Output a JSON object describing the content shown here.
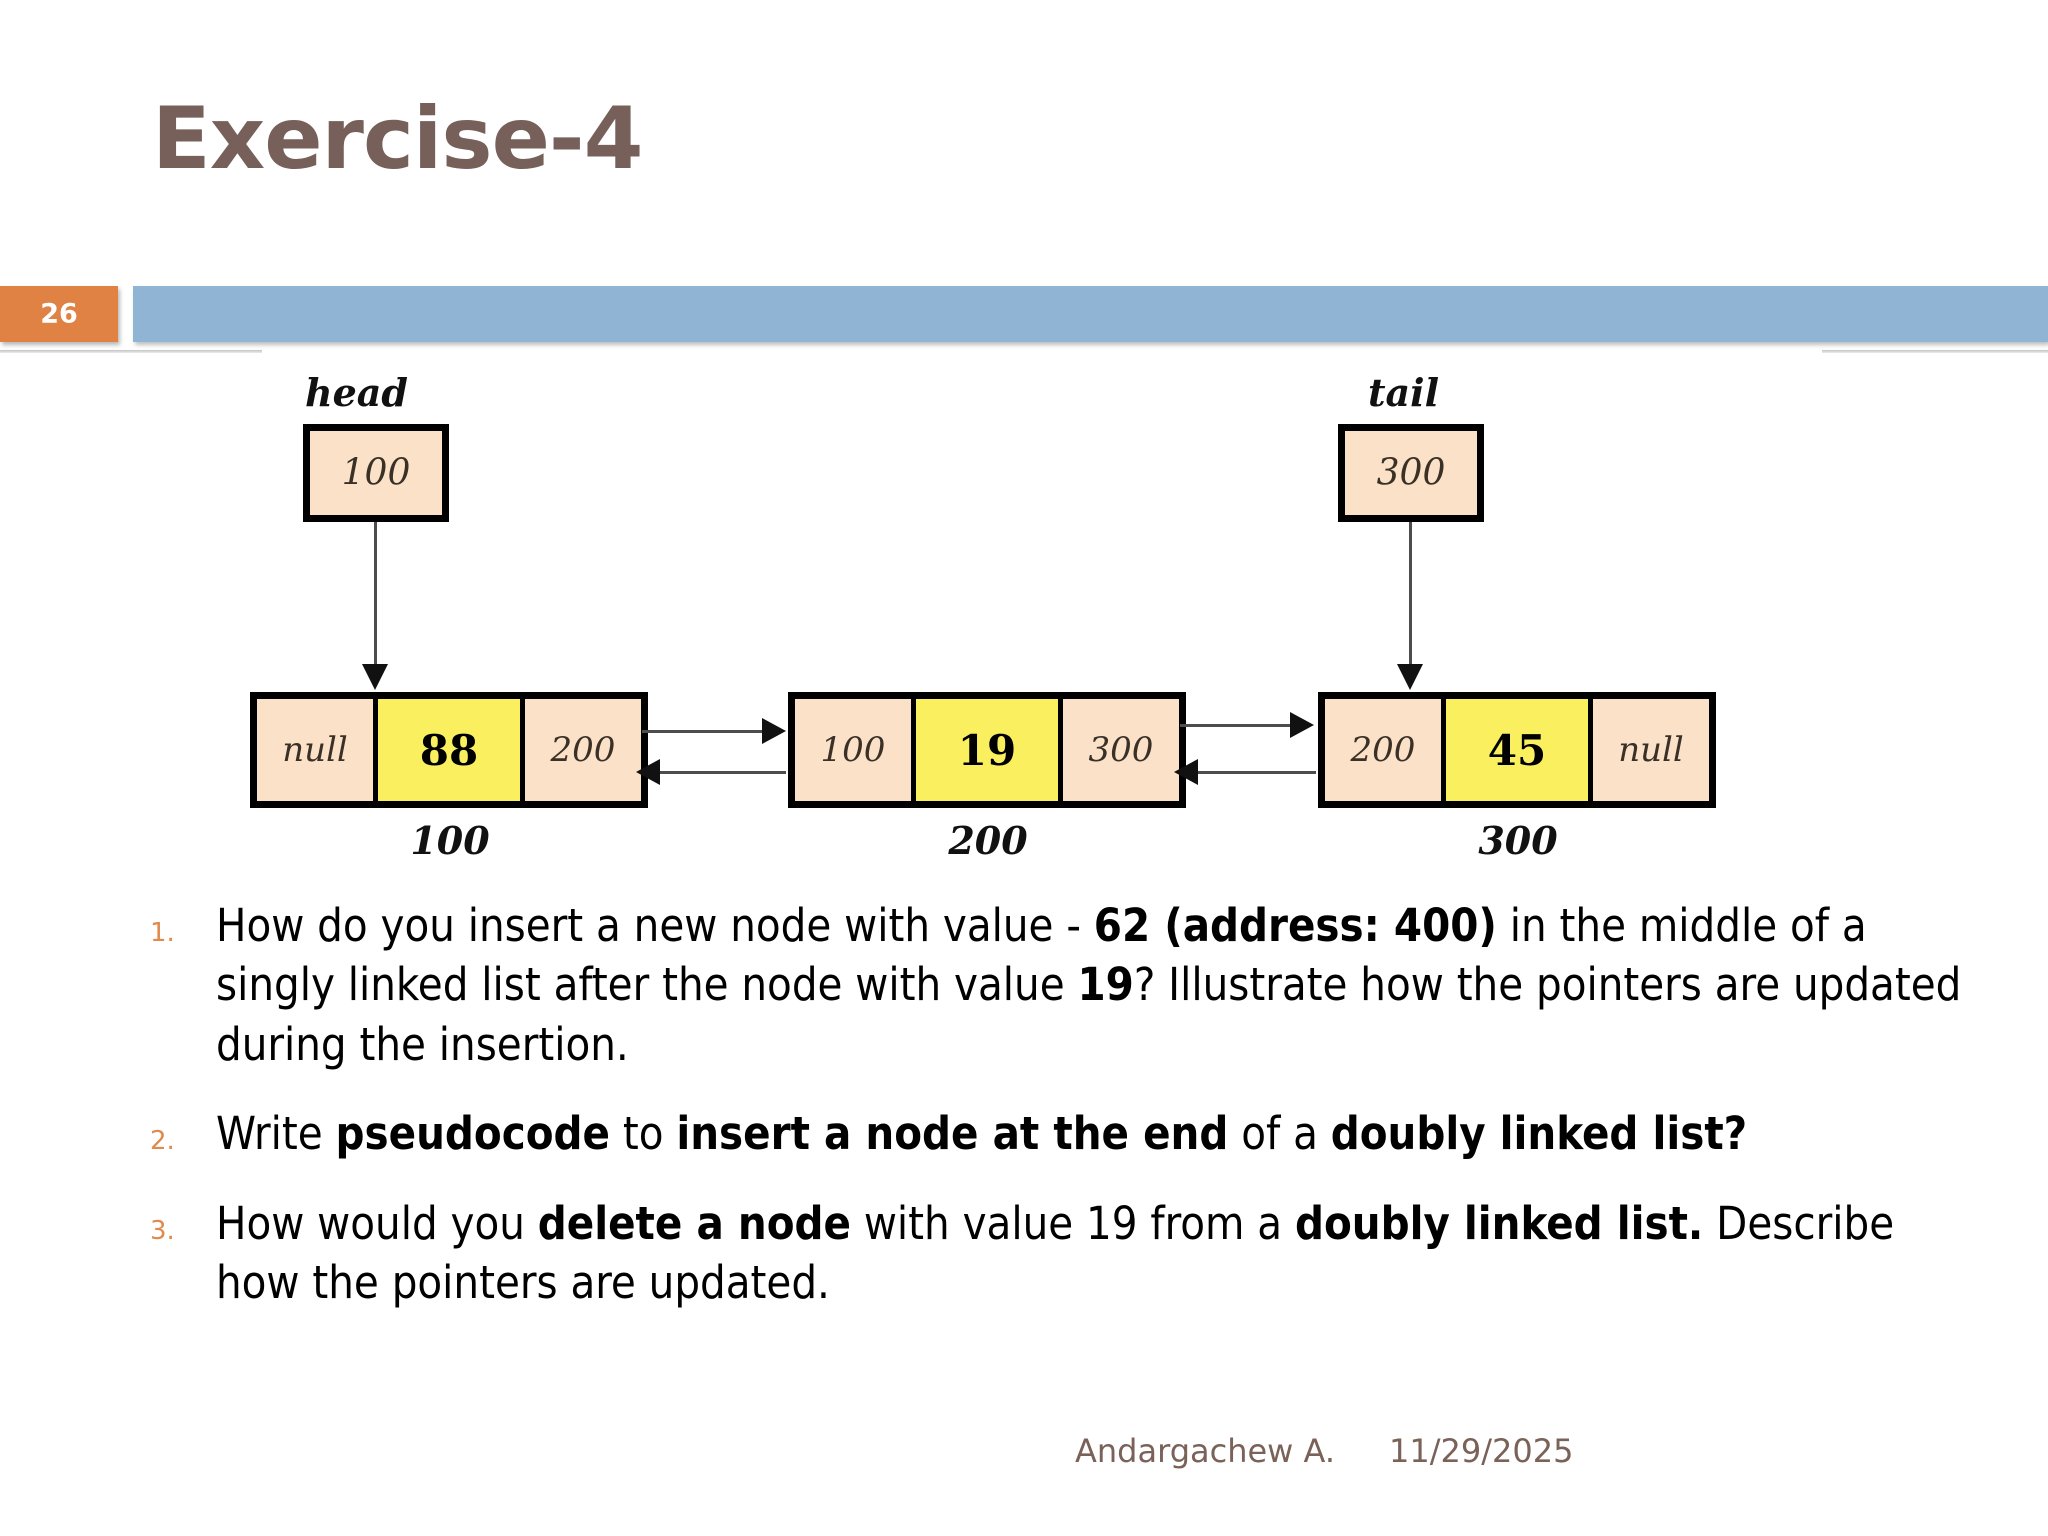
{
  "slide": {
    "title": "Exercise-4",
    "number": "26",
    "accent_orange": "#DF8244",
    "accent_blue": "#90B4D3",
    "title_color": "#766059"
  },
  "diagram": {
    "type": "doubly-linked-list",
    "pointers": [
      {
        "label": "head",
        "value": "100"
      },
      {
        "label": "tail",
        "value": "300"
      }
    ],
    "nodes": [
      {
        "prev": "null",
        "value": "88",
        "next": "200",
        "address": "100"
      },
      {
        "prev": "100",
        "value": "19",
        "next": "300",
        "address": "200"
      },
      {
        "prev": "200",
        "value": "45",
        "next": "null",
        "address": "300"
      }
    ],
    "node_fill": "#FAE1C8",
    "value_fill": "#FAEF5E"
  },
  "questions": [
    {
      "number": "1.",
      "parts": [
        {
          "t": "How do you insert a new node with value - ",
          "b": false
        },
        {
          "t": "62 (address: 400)",
          "b": true
        },
        {
          "t": " in the middle of a singly linked list after the node with value ",
          "b": false
        },
        {
          "t": "19",
          "b": true
        },
        {
          "t": "? Illustrate how the pointers are updated during the insertion.",
          "b": false
        }
      ]
    },
    {
      "number": "2.",
      "parts": [
        {
          "t": "Write ",
          "b": false
        },
        {
          "t": "pseudocode",
          "b": true
        },
        {
          "t": " to ",
          "b": false
        },
        {
          "t": "insert a node at the end",
          "b": true
        },
        {
          "t": " of a ",
          "b": false
        },
        {
          "t": "doubly linked list?",
          "b": true
        }
      ]
    },
    {
      "number": "3.",
      "parts": [
        {
          "t": "How would you ",
          "b": false
        },
        {
          "t": "delete a node",
          "b": true
        },
        {
          "t": " with value 19 from a ",
          "b": false
        },
        {
          "t": "doubly linked list.",
          "b": true
        },
        {
          "t": " Describe how the pointers are updated.",
          "b": false
        }
      ]
    }
  ],
  "footer": {
    "author": "Andargachew A.",
    "date": "11/29/2025"
  }
}
